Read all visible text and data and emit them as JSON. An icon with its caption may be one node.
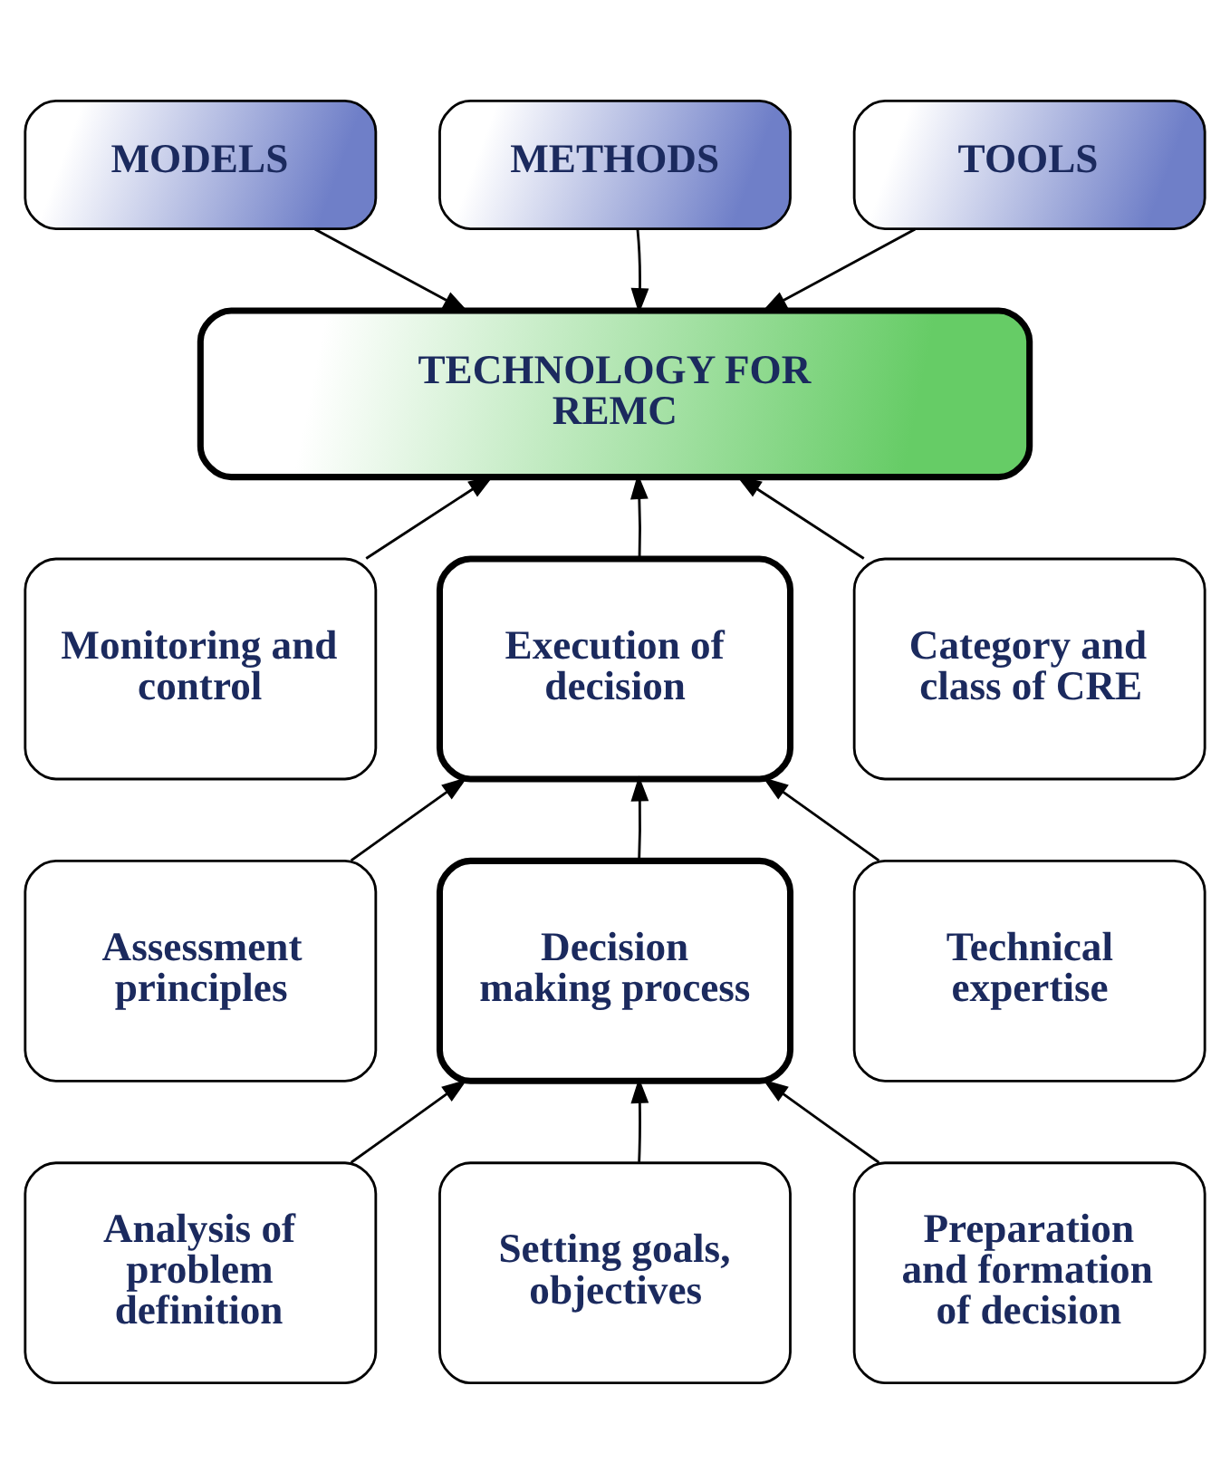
{
  "diagram": {
    "nodes": [
      {
        "text": [
          "MODELS"
        ]
      },
      {
        "text": [
          "METHODS"
        ]
      },
      {
        "text": [
          "TOOLS"
        ]
      },
      {
        "text": [
          "TECHNOLOGY FOR REMC"
        ]
      },
      {
        "text": [
          "Monitoring and control"
        ]
      },
      {
        "text": [
          "Execution of decision"
        ]
      },
      {
        "text": [
          "Category and class of CRE"
        ]
      },
      {
        "text": [
          "Assessment principles"
        ]
      },
      {
        "text": [
          "Decision making process"
        ]
      },
      {
        "text": [
          "Technical expertise"
        ]
      },
      {
        "text": [
          "Analysis of problem definition"
        ]
      },
      {
        "text": [
          "Setting goals, objectives"
        ]
      },
      {
        "text": [
          "Preparation and formation of decision"
        ]
      }
    ],
    "edges": [
      {
        "from": 0,
        "to": 3,
        "arrow": "to"
      },
      {
        "from": 1,
        "to": 3,
        "arrow": "to"
      },
      {
        "from": 2,
        "to": 3,
        "arrow": "to"
      },
      {
        "from": 4,
        "to": 3,
        "arrow": "to"
      },
      {
        "from": 5,
        "to": 3,
        "arrow": "to"
      },
      {
        "from": 6,
        "to": 3,
        "arrow": "to"
      },
      {
        "from": 7,
        "to": 5,
        "arrow": "to"
      },
      {
        "from": 8,
        "to": 5,
        "arrow": "to"
      },
      {
        "from": 9,
        "to": 5,
        "arrow": "to"
      },
      {
        "from": 10,
        "to": 8,
        "arrow": "to"
      },
      {
        "from": 11,
        "to": 8,
        "arrow": "to"
      },
      {
        "from": 12,
        "to": 8,
        "arrow": "to"
      }
    ]
  }
}
